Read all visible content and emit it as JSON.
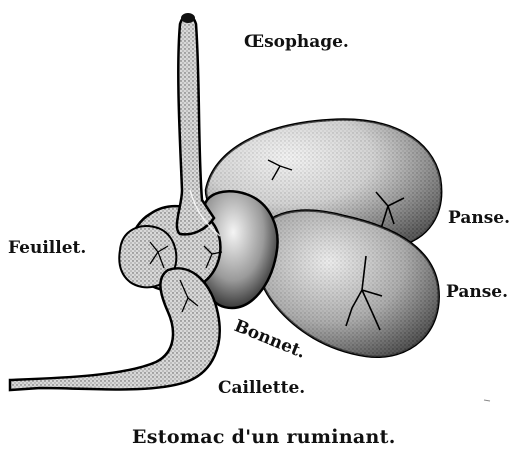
{
  "labels": {
    "oesophage": "Œsophage.",
    "panse_upper": "Panse.",
    "panse_lower": "Panse.",
    "feuillet": "Feuillet.",
    "bonnet": "Bonnet.",
    "caillette": "Caillette."
  },
  "caption": "Estomac d'un ruminant."
}
